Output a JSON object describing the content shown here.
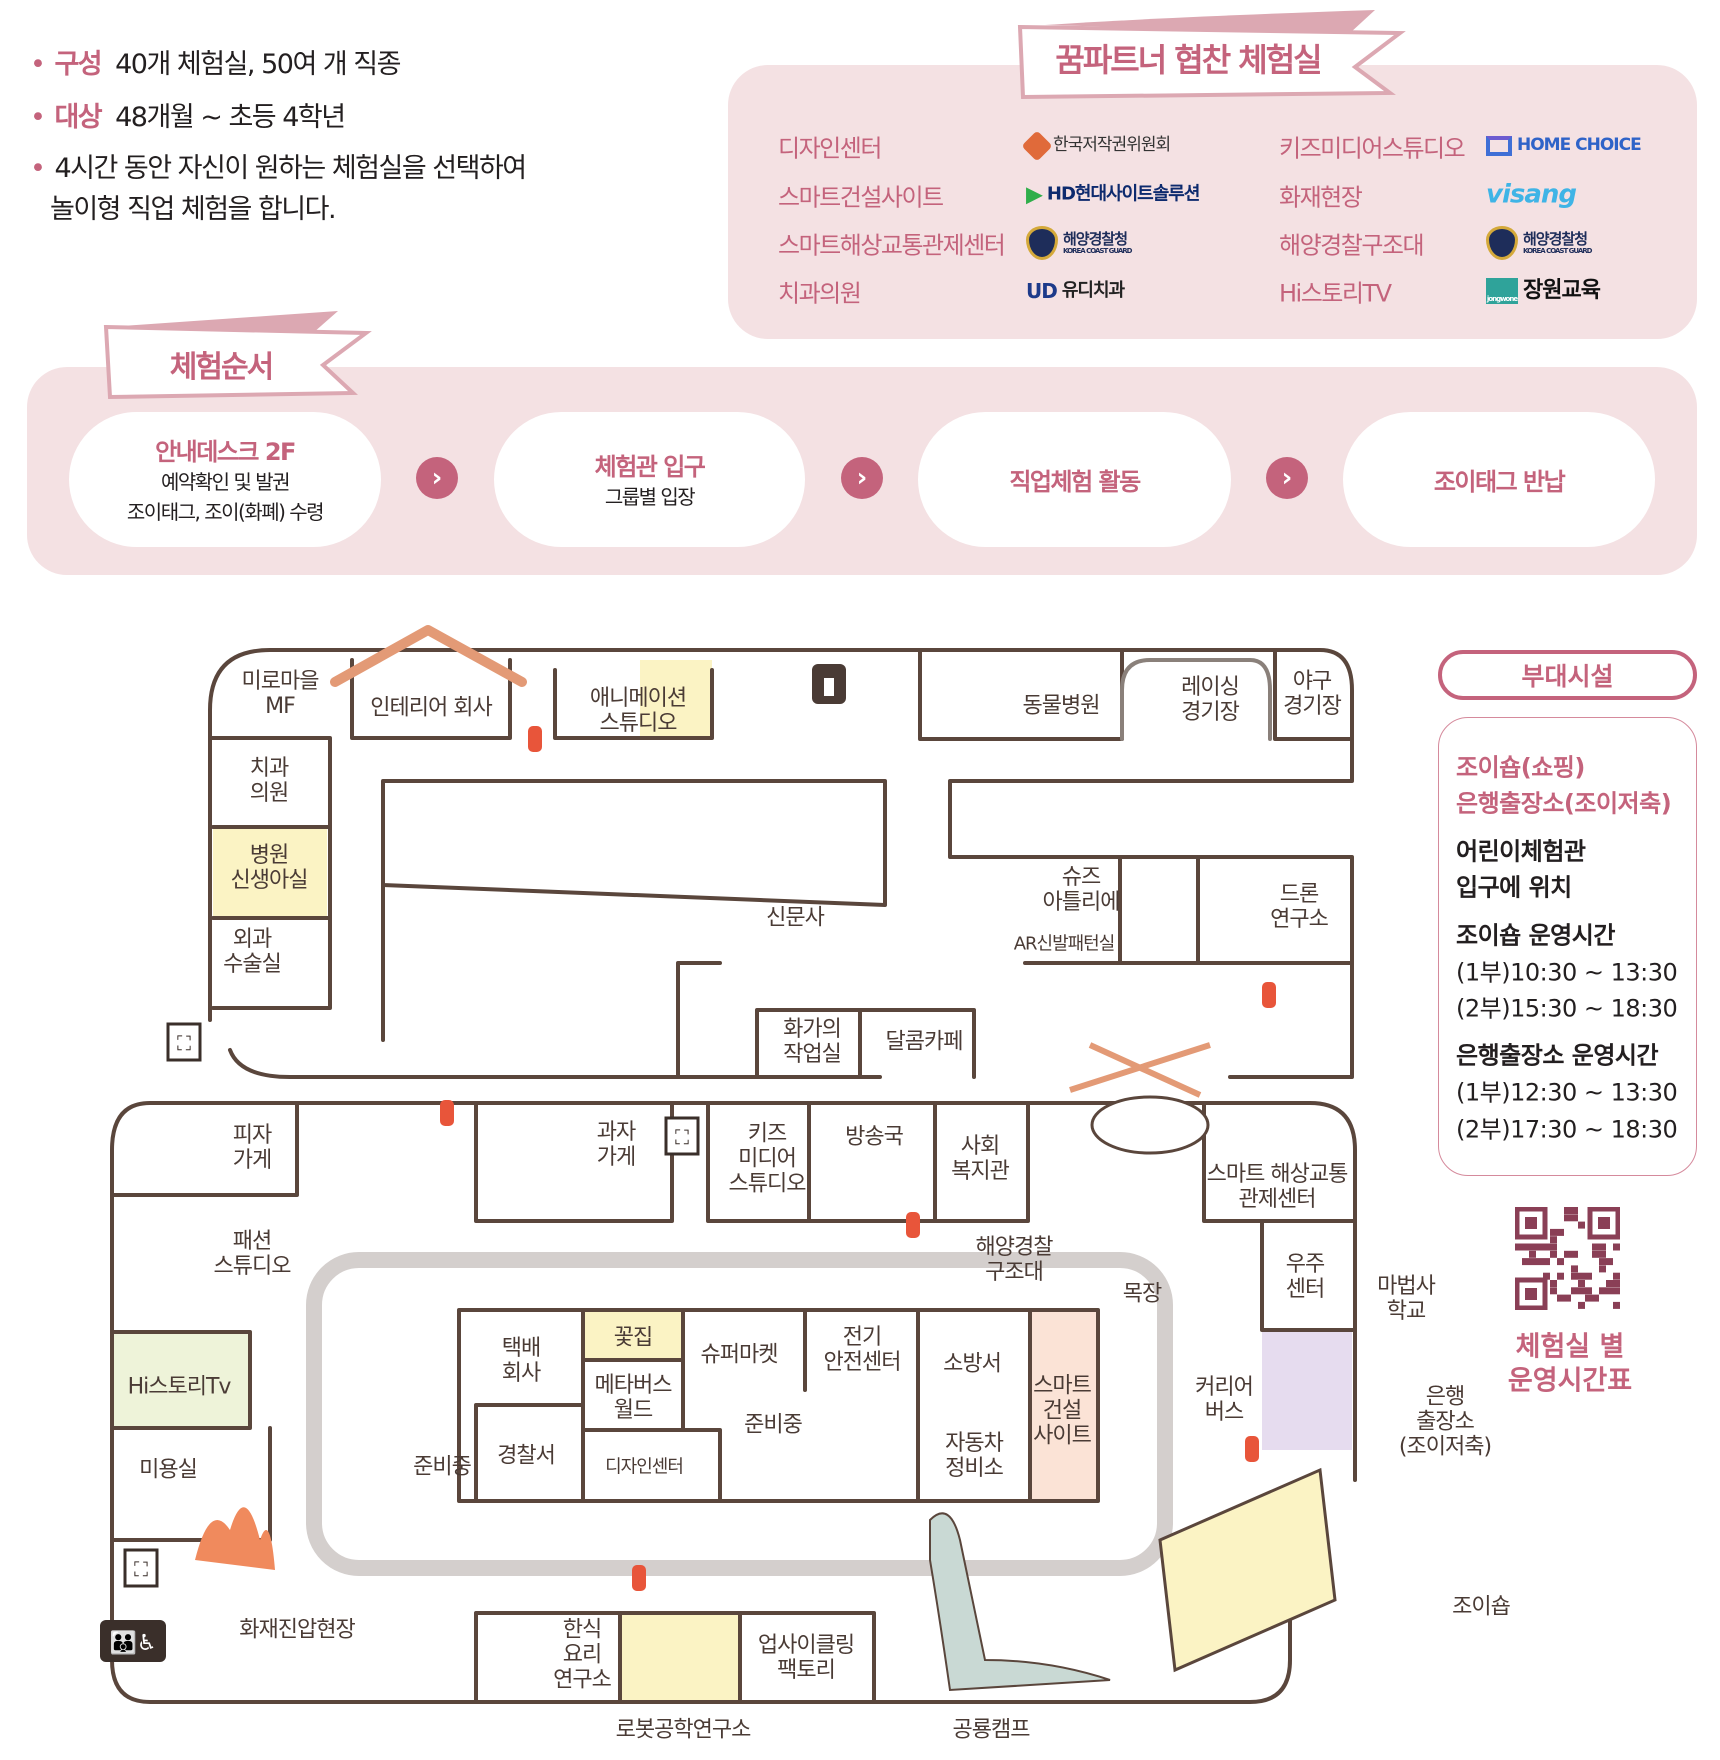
{
  "intro": {
    "items": [
      {
        "key": "구성",
        "text": "40개 체험실, 50여 개 직종"
      },
      {
        "key": "대상",
        "text": "48개월 ~ 초등 4학년"
      },
      {
        "key": "",
        "text": "4시간 동안 자신이 원하는 체험실을 선택하여"
      },
      {
        "key": "",
        "text": "놀이형 직업 체험을 합니다."
      }
    ]
  },
  "partners": {
    "title": "꿈파트너 협찬 체험실",
    "rows": [
      {
        "name": "디자인센터",
        "logo": "한국저작권위원회",
        "logo_icon": "copyright-commission-logo"
      },
      {
        "name": "스마트건설사이트",
        "logo": "HD현대사이트솔루션",
        "logo_icon": "hd-hyundai-logo"
      },
      {
        "name": "스마트해상교통관제센터",
        "logo": "해양경찰청",
        "logo_sub": "KOREA COAST GUARD",
        "logo_icon": "coast-guard-logo"
      },
      {
        "name": "치과의원",
        "logo": "유디치과",
        "logo_prefix": "UD",
        "logo_icon": "ud-dental-logo"
      },
      {
        "name": "키즈미디어스튜디오",
        "logo": "HOME CHOICE",
        "logo_icon": "home-choice-logo"
      },
      {
        "name": "화재현장",
        "logo": "visang",
        "logo_icon": "visang-logo"
      },
      {
        "name": "해양경찰구조대",
        "logo": "해양경찰청",
        "logo_sub": "KOREA COAST GUARD",
        "logo_icon": "coast-guard-logo"
      },
      {
        "name": "Hi스토리TV",
        "logo": "장원교육",
        "logo_sub": "jongwone",
        "logo_icon": "jongwon-logo"
      }
    ]
  },
  "process": {
    "title": "체험순서",
    "steps": [
      {
        "title": "안내데스크 2F",
        "sub1": "예약확인 및 발권",
        "sub2": "조이태그, 조이(화폐) 수령"
      },
      {
        "title": "체험관 입구",
        "sub1": "그룹별 입장",
        "sub2": ""
      },
      {
        "title": "직업체험 활동",
        "sub1": "",
        "sub2": ""
      },
      {
        "title": "조이태그 반납",
        "sub1": "",
        "sub2": ""
      }
    ],
    "arrow_icon": "chevron-right-icon"
  },
  "facilities": {
    "title": "부대시설",
    "lines": [
      "조이숍(쇼핑)",
      "은행출장소(조이저축)",
      "어린이체험관",
      "입구에 위치",
      "조이숍 운영시간",
      "(1부)10:30 ~ 13:30",
      "(2부)15:30 ~ 18:30",
      "은행출장소 운영시간",
      "(1부)12:30 ~ 13:30",
      "(2부)17:30 ~ 18:30"
    ],
    "qr_caption1": "체험실 별",
    "qr_caption2": "운영시간표"
  },
  "map": {
    "labels": [
      "미로마을\nMF",
      "인테리어 회사",
      "애니메이션\n스튜디오",
      "동물병원",
      "레이싱\n경기장",
      "야구\n경기장",
      "치과\n의원",
      "병원\n신생아실",
      "외과\n수술실",
      "신문사",
      "슈즈\n아틀리에",
      "AR신발패턴실",
      "드론\n연구소",
      "화가의\n작업실",
      "달콤카페",
      "피자\n가게",
      "과자\n가게",
      "키즈\n미디어\n스튜디오",
      "방송국",
      "사회\n복지관",
      "스마트 해상교통\n관제센터",
      "해양경찰\n구조대",
      "패션\n스튜디오",
      "목장",
      "우주\n센터",
      "마법사\n학교",
      "Hi스토리Tv",
      "택배\n회사",
      "꽃집",
      "메타버스\n월드",
      "슈퍼마켓",
      "전기\n안전센터",
      "소방서",
      "스마트\n건설\n사이트",
      "커리어\n버스",
      "은행\n출장소\n(조이저축)",
      "미용실",
      "경찰서",
      "디자인센터",
      "준비중",
      "준비중",
      "자동차\n정비소",
      "화재진압현장",
      "한식\n요리\n연구소",
      "업사이클링\n팩토리",
      "로봇공학연구소",
      "공룡캠프",
      "조이숍"
    ]
  },
  "colors": {
    "accent": "#c4637c",
    "panel": "#f4e1e3",
    "wall": "#5a463c",
    "road": "#d4cfcd",
    "highlight": "#fbf3c4",
    "extinguisher": "#e8553a"
  }
}
